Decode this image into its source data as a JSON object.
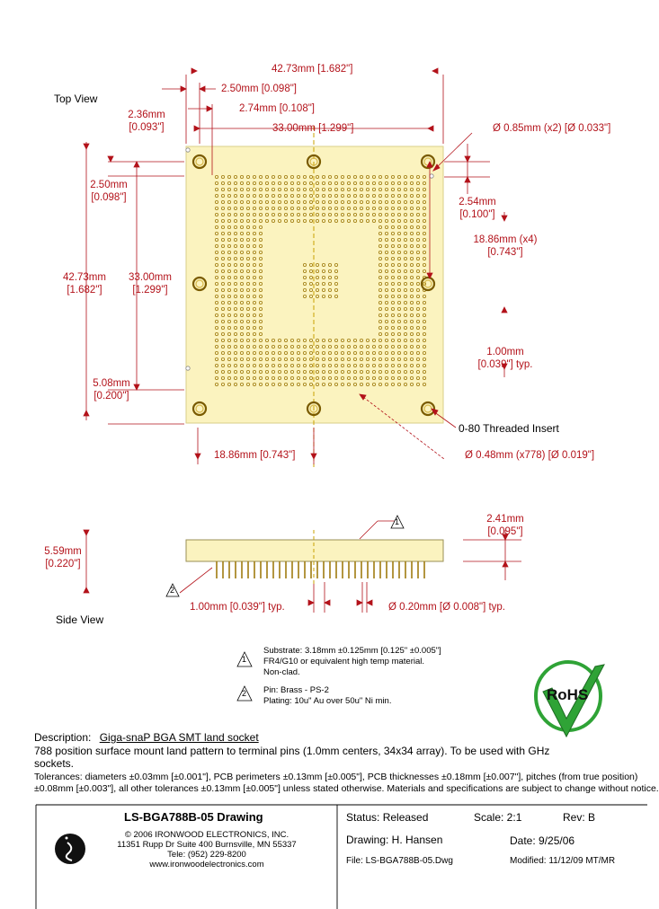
{
  "views": {
    "top": "Top View",
    "side": "Side View"
  },
  "dims": {
    "overall_w": "42.73mm  [1.682\"]",
    "edge_250": "2.50mm  [0.098\"]",
    "edge_274": "2.74mm  [0.108\"]",
    "pitch_33": "33.00mm  [1.299\"]",
    "hole_085": "Ø 0.85mm (x2)  [Ø 0.033\"]",
    "left_236_mm": "2.36mm",
    "left_236_in": "[0.093\"]",
    "left_250_mm": "2.50mm",
    "left_250_in": "[0.098\"]",
    "left_4273_mm": "42.73mm",
    "left_4273_in": "[1.682\"]",
    "left_3300_mm": "33.00mm",
    "left_3300_in": "[1.299\"]",
    "left_508_mm": "5.08mm",
    "left_508_in": "[0.200\"]",
    "right_254_mm": "2.54mm",
    "right_254_in": "[0.100\"]",
    "right_1886_mm": "18.86mm (x4)",
    "right_1886_in": "[0.743\"]",
    "right_100_mm": "1.00mm",
    "right_100_in": "[0.039\"] typ.",
    "insert": "0-80 Threaded Insert",
    "bottom_1886": "18.86mm  [0.743\"]",
    "pads_048": "Ø 0.48mm (x778)  [Ø 0.019\"]",
    "side_241_mm": "2.41mm",
    "side_241_in": "[0.095\"]",
    "side_559_mm": "5.59mm",
    "side_559_in": "[0.220\"]",
    "side_pitch": "1.00mm  [0.039\"]  typ.",
    "side_pin": "Ø 0.20mm  [Ø 0.008\"]  typ."
  },
  "callouts": {
    "one": "1",
    "two": "2"
  },
  "notes": {
    "n1_l1": "Substrate: 3.18mm ±0.125mm [0.125\" ±0.005\"]",
    "n1_l2": "FR4/G10 or equivalent high temp material.",
    "n1_l3": "Non-clad.",
    "n2_l1": "Pin: Brass - PS-2",
    "n2_l2": "Plating:  10u\" Au over 50u\" Ni min."
  },
  "rohs": "RoHS",
  "description": {
    "label": "Description:",
    "title": "Giga-snaP BGA SMT land socket",
    "line2": "788 position surface mount land pattern to terminal pins (1.0mm centers, 34x34 array). To be used with GHz",
    "line3": "sockets.",
    "tol1": "Tolerances: diameters ±0.03mm [±0.001\"], PCB perimeters ±0.13mm [±0.005\"], PCB thicknesses ±0.18mm [±0.007\"], pitches (from true position)",
    "tol2": "±0.08mm [±0.003\"], all other tolerances ±0.13mm [±0.005\"] unless stated otherwise.  Materials and specifications are subject to change without notice."
  },
  "titleblock": {
    "drawing_name": "LS-BGA788B-05 Drawing",
    "copyright": "© 2006 IRONWOOD ELECTRONICS, INC.",
    "address": "11351 Rupp Dr Suite 400 Burnsville, MN 55337",
    "tel": "Tele: (952) 229-8200",
    "web": "www.ironwoodelectronics.com",
    "status": "Status: Released",
    "scale": "Scale: 2:1",
    "rev": "Rev: B",
    "drawing_by": "Drawing: H. Hansen",
    "date": "Date: 9/25/06",
    "file": "File: LS-BGA788B-05.Dwg",
    "modified": "Modified: 11/12/09 MT/MR"
  },
  "colors": {
    "dimension": "#b3121a",
    "board": "#fbf3bf",
    "pad": "#a07c10",
    "rohs_green": "#2fa336"
  }
}
